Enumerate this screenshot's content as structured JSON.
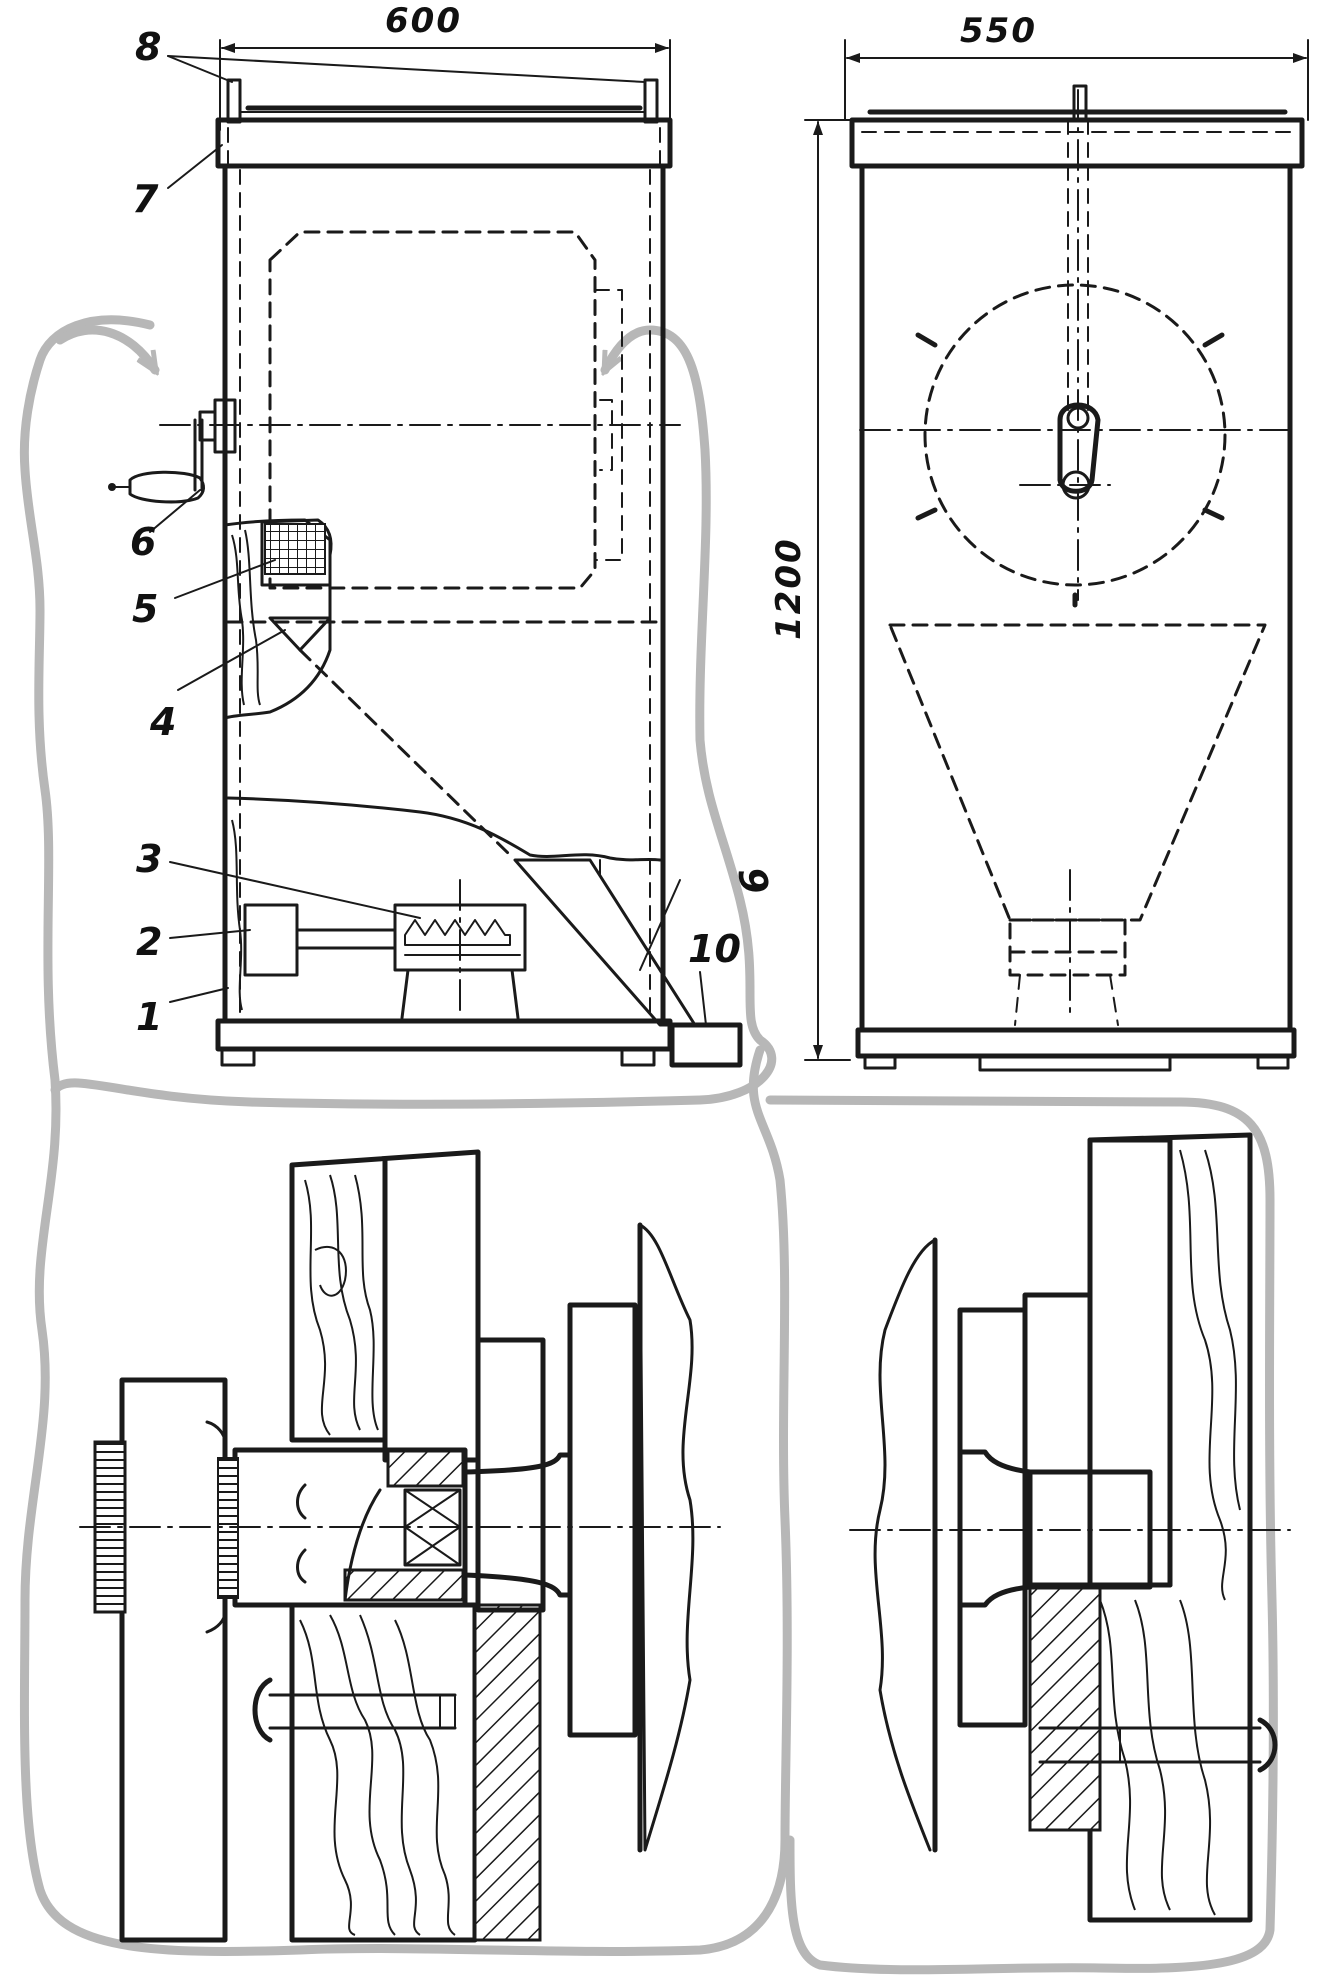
{
  "dimensions": {
    "front_width": "600",
    "side_width": "550",
    "height": "1200"
  },
  "callouts": [
    {
      "id": "1",
      "text": "1"
    },
    {
      "id": "2",
      "text": "2"
    },
    {
      "id": "3",
      "text": "3"
    },
    {
      "id": "4",
      "text": "4"
    },
    {
      "id": "5",
      "text": "5"
    },
    {
      "id": "6",
      "text": "6"
    },
    {
      "id": "7",
      "text": "7"
    },
    {
      "id": "8",
      "text": "8"
    },
    {
      "id": "9",
      "text": "9"
    },
    {
      "id": "10",
      "text": "10"
    }
  ],
  "colors": {
    "ink": "#1a1a1a",
    "callout_outline": "#b7b7b7",
    "paper": "#ffffff"
  }
}
